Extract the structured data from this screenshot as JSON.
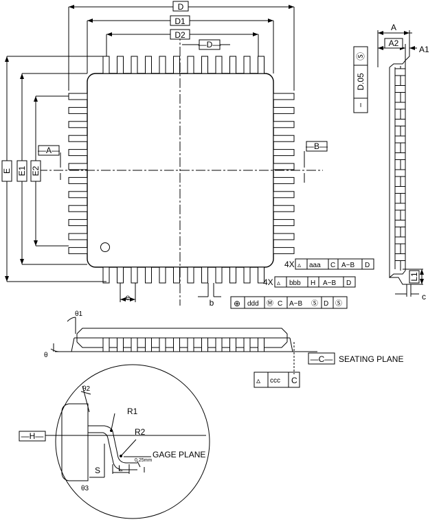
{
  "dims": {
    "D": "D",
    "D1": "D1",
    "D2": "D2",
    "D_ref": "—D—",
    "E": "E",
    "E1": "E1",
    "E2": "E2",
    "A_ref": "—A—",
    "B_ref": "—B—",
    "e": "e",
    "b": "b",
    "A": "A",
    "A2": "A2",
    "A1": "A1",
    "L1": "L1",
    "c": "c",
    "D005": "D.05",
    "theta": "θ",
    "theta1": "θ1",
    "theta2": "θ2",
    "theta3": "θ3",
    "R1": "R1",
    "R2": "R2",
    "S": "S",
    "L": "L"
  },
  "callouts": {
    "fcf_sym": "Ⓢ",
    "fcf_dash": "−",
    "row1": [
      "4X",
      "▵",
      "aaa",
      "C",
      "A−B",
      "D"
    ],
    "row2": [
      "4X",
      "▵",
      "bbb",
      "H",
      "A−B",
      "D"
    ],
    "row3": [
      "⊕",
      "ddd",
      "Ⓜ",
      "C",
      "A−B",
      "Ⓢ",
      "D",
      "Ⓢ"
    ],
    "seating": [
      "▵",
      "ccc",
      "C"
    ]
  },
  "labels": {
    "seating_ref": "—C—",
    "seating_plane": "SEATING  PLANE",
    "h_ref": "—H—",
    "gage_plane": "GAGE  PLANE",
    "gage_value": "0.25mm"
  }
}
